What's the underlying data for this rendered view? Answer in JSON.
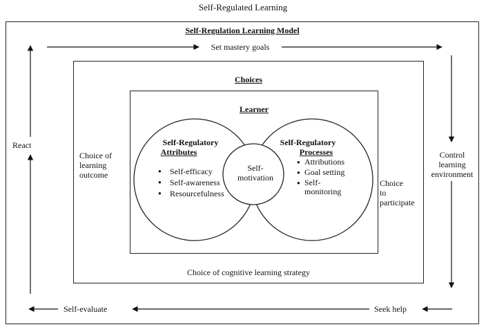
{
  "title": "Self-Regulated Learning",
  "model": {
    "title": "Self-Regulation Learning Model",
    "cycle": {
      "top": "Set mastery goals",
      "right": "Control\nlearning\nenvironment",
      "bottom_right": "Seek help",
      "bottom_left": "Self-evaluate",
      "left": "React"
    },
    "choices": {
      "title": "Choices",
      "left": "Choice of\nlearning\noutcome",
      "right": "Choice\nto\nparticipate",
      "bottom": "Choice of cognitive learning strategy"
    },
    "learner": {
      "title": "Learner",
      "attributes": {
        "title_line1": "Self-Regulatory",
        "title_line2": "Attributes",
        "items": [
          "Self-efficacy",
          "Self-awareness",
          "Resourcefulness"
        ]
      },
      "processes": {
        "title_line1": "Self-Regulatory",
        "title_line2": "Processes",
        "items": [
          "Attributions",
          "Goal setting",
          "Self-\nmonitoring"
        ]
      },
      "overlap": "Self-\nmotivation"
    }
  }
}
